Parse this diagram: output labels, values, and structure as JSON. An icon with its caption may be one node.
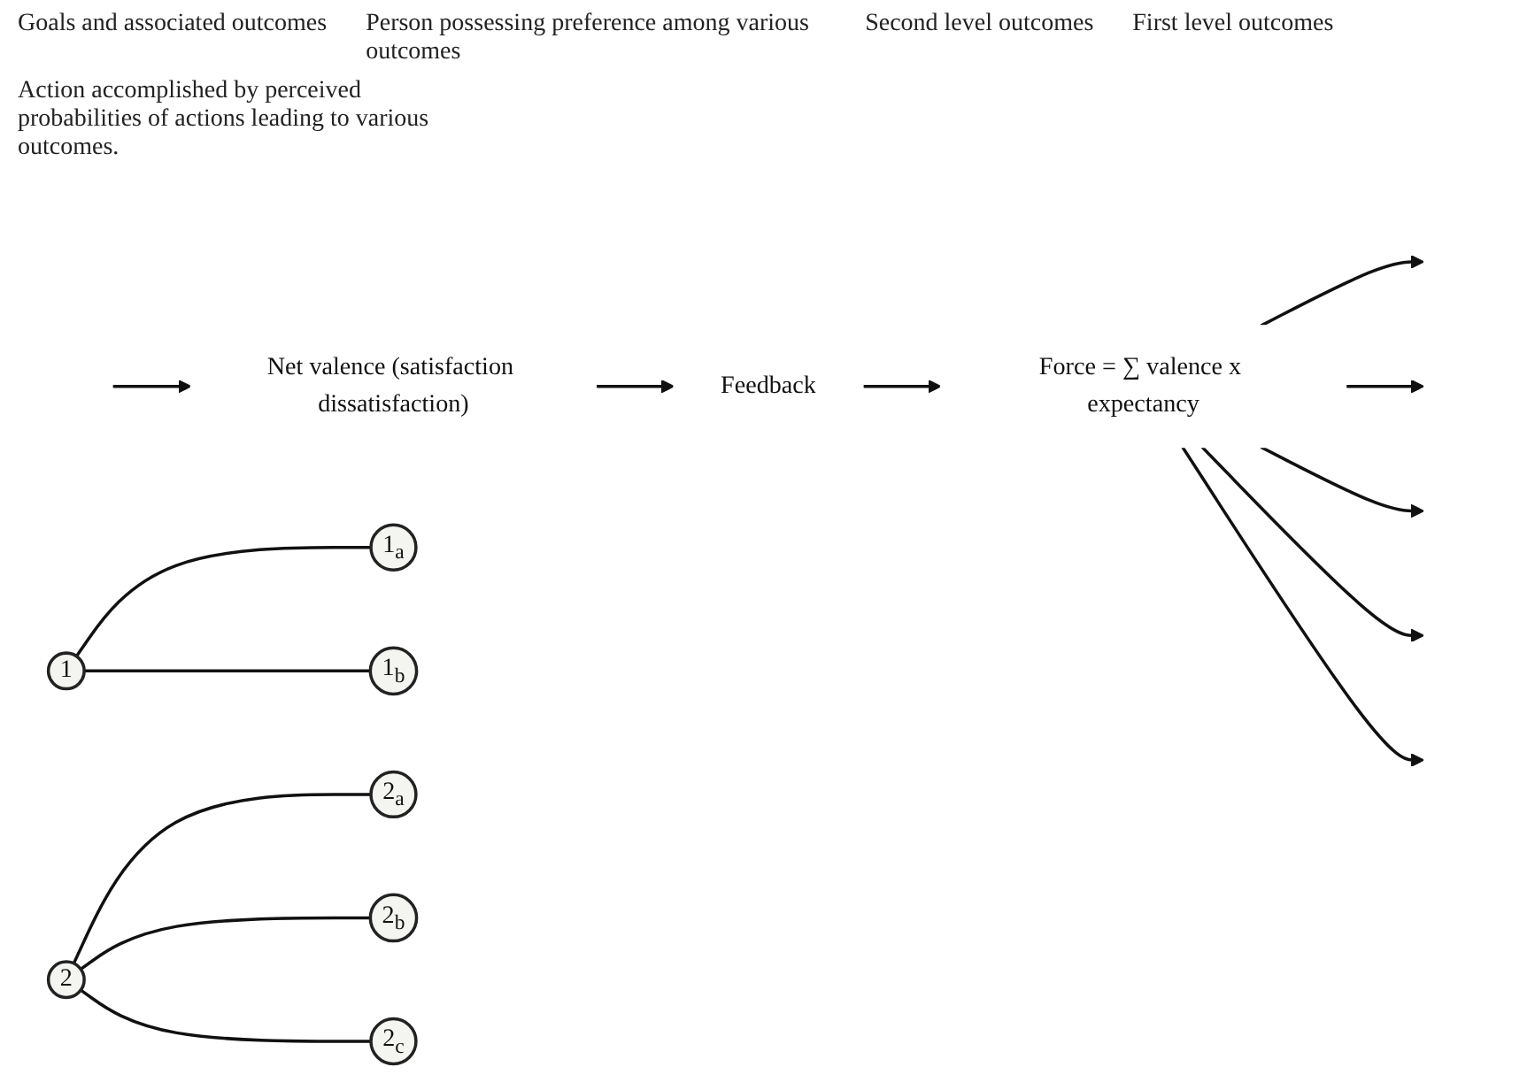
{
  "diagram": {
    "nodes": [
      {
        "text": [
          "Force = ∑ valence x expectancy"
        ]
      },
      {
        "text": [
          "Feedback"
        ]
      },
      {
        "text": [
          "Net valence (satisfaction dissatisfaction)"
        ]
      },
      {
        "text": [
          "1"
        ]
      },
      {
        "text": [
          "1$_{a}$"
        ]
      },
      {
        "text": [
          "1$_{b}$"
        ]
      },
      {
        "text": [
          "2"
        ]
      },
      {
        "text": [
          "2$_{a}$"
        ]
      },
      {
        "text": [
          "2$_{b}$"
        ]
      },
      {
        "text": [
          "2$_{c}$"
        ]
      }
    ],
    "edges": [
      {
        "from": 0,
        "to": null,
        "arrow": "to"
      },
      {
        "from": 0,
        "to": null,
        "arrow": "to"
      },
      {
        "from": 0,
        "to": null,
        "arrow": "to"
      },
      {
        "from": 0,
        "to": null,
        "arrow": "to"
      },
      {
        "from": 0,
        "to": null,
        "arrow": "to"
      },
      {
        "from": 1,
        "to": 0,
        "arrow": "to"
      },
      {
        "from": null,
        "to": 2,
        "arrow": "to"
      },
      {
        "from": 2,
        "to": 1,
        "arrow": "to"
      },
      {
        "from": 3,
        "to": 4,
        "arrow": "none"
      },
      {
        "from": 3,
        "to": 5,
        "arrow": "none"
      },
      {
        "from": 6,
        "to": 7,
        "arrow": "none"
      },
      {
        "from": 6,
        "to": 8,
        "arrow": "none"
      },
      {
        "from": 6,
        "to": 9,
        "arrow": "none"
      }
    ],
    "labels": [
      "Goals and associated outcomes",
      "Person possessing preference among various outcomes",
      "Second level outcomes",
      "First level outcomes",
      "Action accomplished by perceived probabilities of actions leading to various outcomes."
    ]
  }
}
